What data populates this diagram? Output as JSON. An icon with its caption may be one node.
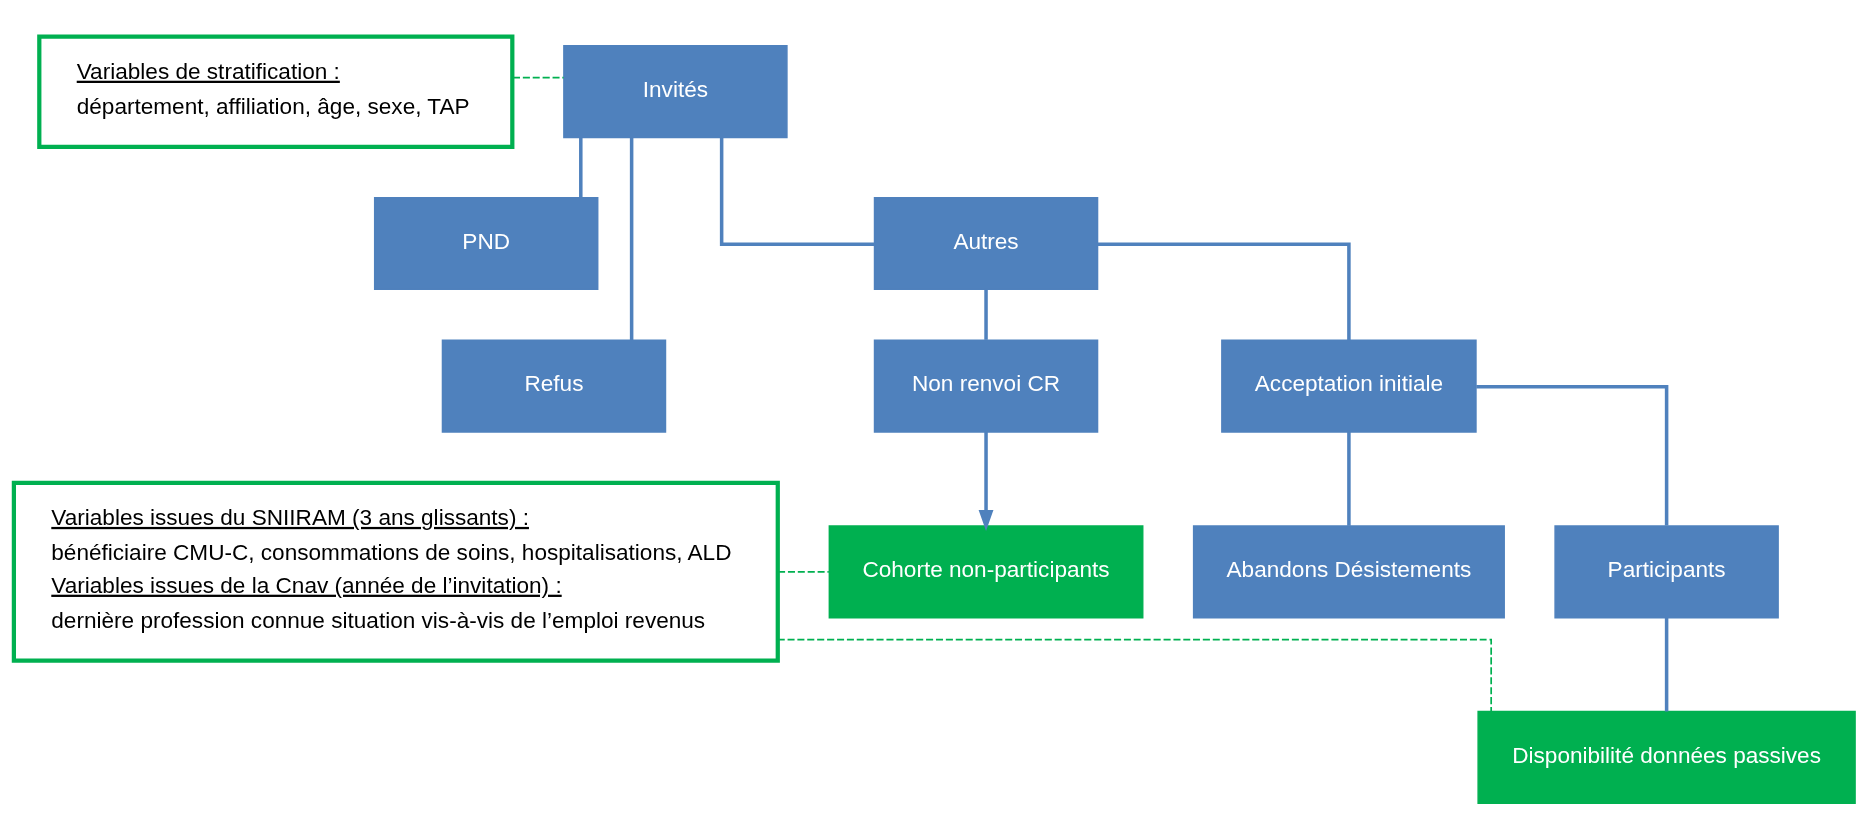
{
  "diagram": {
    "nodes": [
      {
        "text": [
          "Variables de stratification :",
          "département, affiliation, âge, sexe, TAP"
        ]
      },
      {
        "text": [
          "Invités"
        ]
      },
      {
        "text": [
          "PND"
        ]
      },
      {
        "text": [
          "Refus"
        ]
      },
      {
        "text": [
          "Autres"
        ]
      },
      {
        "text": [
          "Non renvoi CR"
        ]
      },
      {
        "text": [
          "Acceptation initiale"
        ]
      },
      {
        "text": [
          "Cohorte non-participants"
        ]
      },
      {
        "text": [
          "Abandons Désistements"
        ]
      },
      {
        "text": [
          "Participants"
        ]
      },
      {
        "text": [
          "Disponibilité données passives"
        ]
      },
      {
        "text": [
          "Variables issues du SNIIRAM (3 ans glissants) :",
          "bénéficiaire CMU-C, consommations de soins, hospitalisations, ALD",
          "Variables issues de la Cnav (année de l’invitation) :",
          "dernière profession connue situation vis-à-vis de l’emploi revenus"
        ]
      }
    ],
    "edges": [
      {
        "from": 0,
        "to": 1,
        "arrow": "none",
        "style": "dashed",
        "color": "#00b050"
      },
      {
        "from": 1,
        "to": 2,
        "arrow": "none"
      },
      {
        "from": 1,
        "to": 3,
        "arrow": "none"
      },
      {
        "from": 1,
        "to": 4,
        "arrow": "none"
      },
      {
        "from": 4,
        "to": 5,
        "arrow": "none"
      },
      {
        "from": 4,
        "to": 6,
        "arrow": "none"
      },
      {
        "from": 5,
        "to": 7,
        "arrow": "to"
      },
      {
        "from": 6,
        "to": 8,
        "arrow": "none"
      },
      {
        "from": 6,
        "to": 9,
        "arrow": "none"
      },
      {
        "from": 9,
        "to": 10,
        "arrow": "none"
      },
      {
        "from": 11,
        "to": 7,
        "arrow": "none",
        "style": "dashed",
        "color": "#00b050"
      },
      {
        "from": 11,
        "to": 10,
        "arrow": "none",
        "style": "dashed",
        "color": "#00b050"
      }
    ]
  }
}
